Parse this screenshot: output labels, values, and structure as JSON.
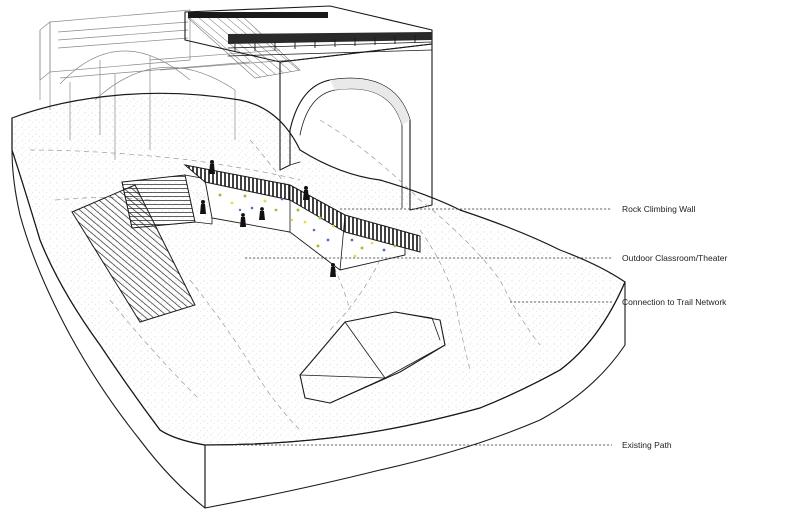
{
  "callouts": [
    {
      "id": "rock-climbing-wall",
      "label": "Rock Climbing Wall"
    },
    {
      "id": "outdoor-classroom",
      "label": "Outdoor Classroom/Theater"
    },
    {
      "id": "trail-connection",
      "label": "Connection to Trail Network"
    },
    {
      "id": "existing-path",
      "label": "Existing Path"
    }
  ],
  "colors": {
    "ink": "#1a1a1a",
    "hold_green": "#9bc53d",
    "hold_yellow": "#e8d84a",
    "hold_blue": "#4a6fc9",
    "stipple": "#b5b5b5"
  }
}
